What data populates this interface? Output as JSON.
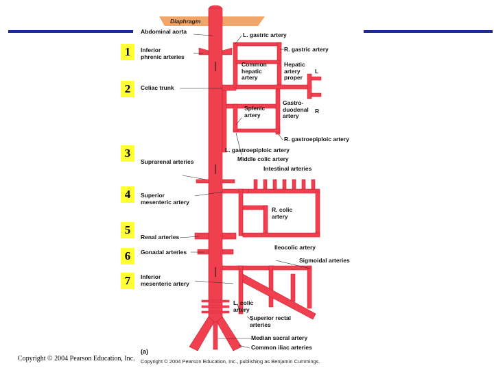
{
  "colors": {
    "artery": "#f0404f",
    "artery_dark": "#c82232",
    "badge": "#ffff33",
    "bar": "#1f2a9a",
    "diaphragm": "#f0a66a"
  },
  "figure": {
    "diaphragm": "Diaphragm",
    "panel": "(a)",
    "copyright": "Copyright © 2004 Pearson Education, Inc., publishing as Benjamin Cummings.",
    "left_labels": {
      "abdominal_aorta": "Abdominal aorta",
      "inferior_phrenic": "Inferior\nphrenic arteries",
      "celiac_trunk": "Celiac trunk",
      "suprarenal": "Suprarenal arteries",
      "superior_mesenteric": "Superior\nmesenteric artery",
      "renal": "Renal arteries",
      "gonadal": "Gonadal arteries",
      "inferior_mesenteric": "Inferior\nmesenteric artery"
    },
    "right_labels": {
      "l_gastric": "L. gastric artery",
      "r_gastric": "R. gastric artery",
      "common_hepatic": "Common\nhepatic\nartery",
      "hepatic_proper": "Hepatic\nartery\nproper",
      "hepatic_l": "L",
      "splenic": "Splenic\nartery",
      "gastroduodenal": "Gastro-\nduodenal\nartery",
      "hepatic_r": "R",
      "r_gastroepiploic": "R. gastroepiploic artery",
      "l_gastroepiploic": "L. gastroepiploic artery",
      "middle_colic": "Middle colic artery",
      "intestinal": "Intestinal arteries",
      "r_colic": "R. colic\nartery",
      "ileocolic": "Ileocolic artery",
      "sigmoidal": "Sigmoidal arteries",
      "l_colic": "L. colic\nartery",
      "superior_rectal": "Superior rectal\narteries",
      "median_sacral": "Median sacral artery",
      "common_iliac": "Common iliac arteries"
    }
  },
  "badges": [
    "1",
    "2",
    "3",
    "4",
    "5",
    "6",
    "7"
  ],
  "slide_copyright": "Copyright © 2004 Pearson Education, Inc."
}
